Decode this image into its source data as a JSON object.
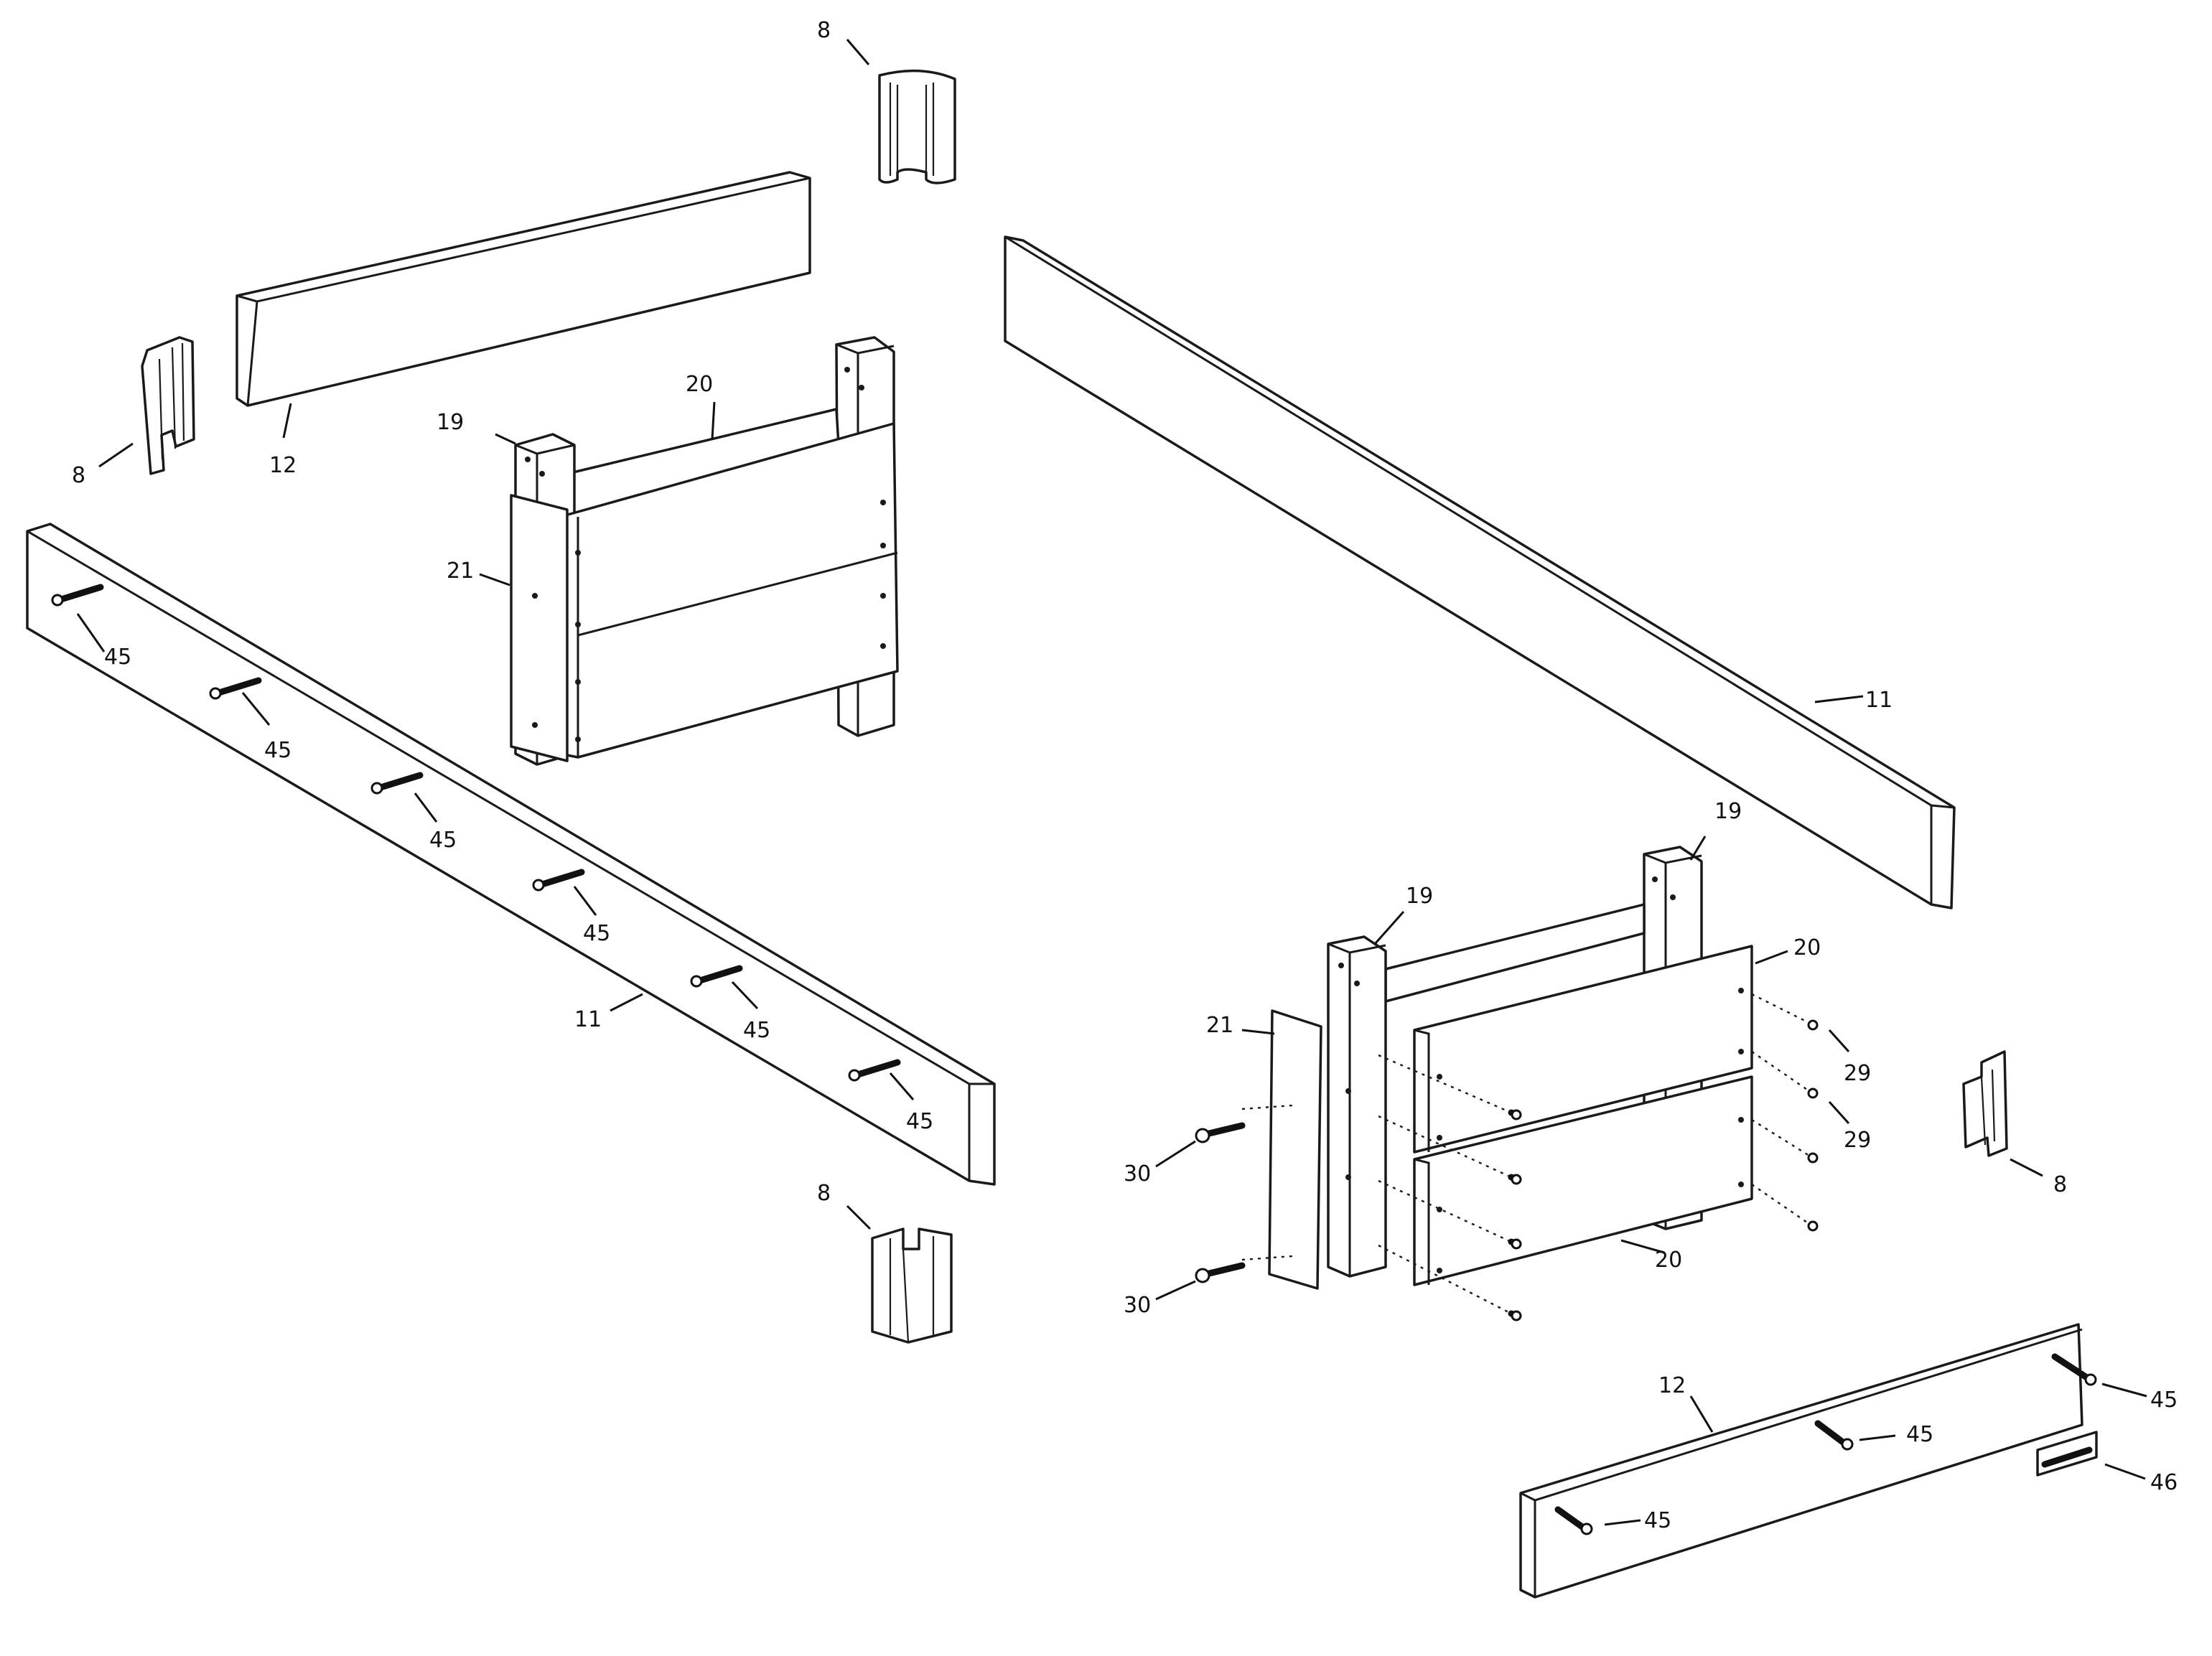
{
  "callouts": [
    {
      "id": "c8a",
      "text": "8"
    },
    {
      "id": "c8b",
      "text": "8"
    },
    {
      "id": "c12a",
      "text": "12"
    },
    {
      "id": "c19a",
      "text": "19"
    },
    {
      "id": "c20a",
      "text": "20"
    },
    {
      "id": "c21a",
      "text": "21"
    },
    {
      "id": "c45a",
      "text": "45"
    },
    {
      "id": "c45b",
      "text": "45"
    },
    {
      "id": "c45c",
      "text": "45"
    },
    {
      "id": "c45d",
      "text": "45"
    },
    {
      "id": "c45e",
      "text": "45"
    },
    {
      "id": "c45f",
      "text": "45"
    },
    {
      "id": "c11a",
      "text": "11"
    },
    {
      "id": "c8c",
      "text": "8"
    },
    {
      "id": "c11b",
      "text": "11"
    },
    {
      "id": "c19b",
      "text": "19"
    },
    {
      "id": "c19c",
      "text": "19"
    },
    {
      "id": "c20b",
      "text": "20"
    },
    {
      "id": "c21b",
      "text": "21"
    },
    {
      "id": "c29a",
      "text": "29"
    },
    {
      "id": "c29b",
      "text": "29"
    },
    {
      "id": "c8d",
      "text": "8"
    },
    {
      "id": "c30a",
      "text": "30"
    },
    {
      "id": "c30b",
      "text": "30"
    },
    {
      "id": "c20c",
      "text": "20"
    },
    {
      "id": "c12b",
      "text": "12"
    },
    {
      "id": "c45g",
      "text": "45"
    },
    {
      "id": "c45h",
      "text": "45"
    },
    {
      "id": "c45i",
      "text": "45"
    },
    {
      "id": "c46a",
      "text": "46"
    }
  ]
}
